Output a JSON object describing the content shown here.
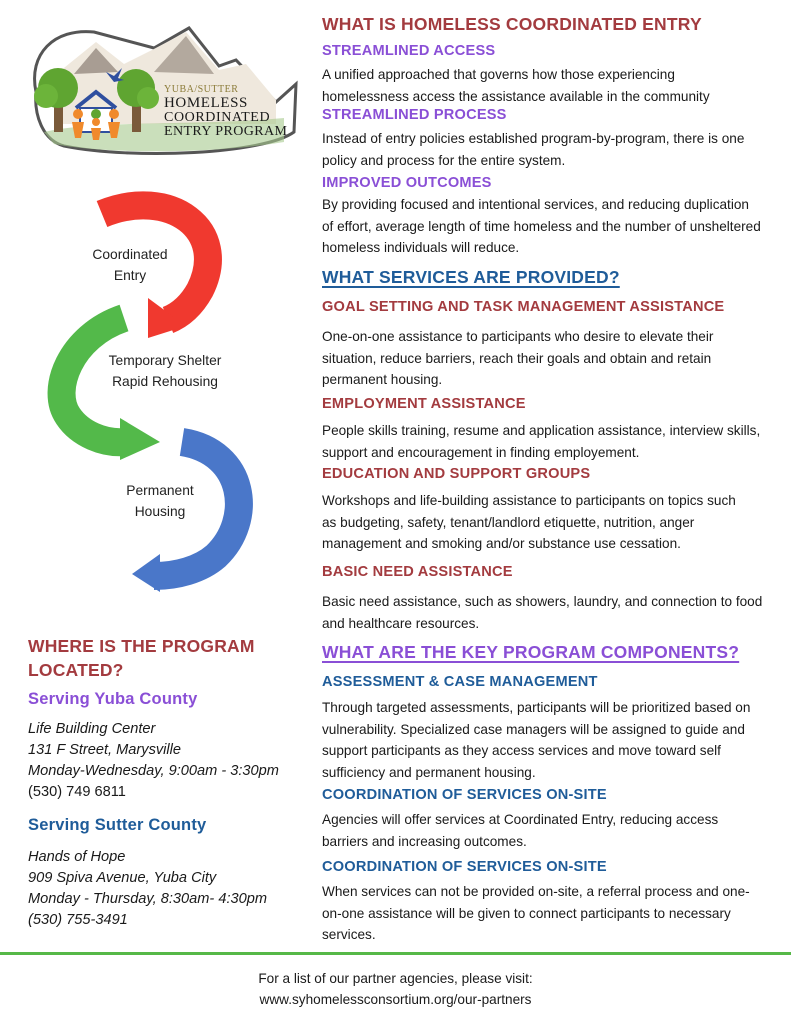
{
  "logo": {
    "line1": "YUBA/SUTTER",
    "line2": "HOMELESS",
    "line3": "COORDINATED",
    "line4": "ENTRY PROGRAM",
    "colors": {
      "border": "#555555",
      "mountain": "#8a7e74",
      "tree": "#5fa531",
      "trunk": "#7a5a3a",
      "people": "#f08a2c",
      "bird": "#2f4f9f",
      "text": "#1a1a1a",
      "small": "#8c7c3a"
    }
  },
  "cycle": {
    "stage1": {
      "line1": "Coordinated",
      "line2": "Entry",
      "color": "#f0392f"
    },
    "stage2": {
      "line1": "Temporary Shelter",
      "line2": "Rapid Rehousing",
      "color": "#53b94a"
    },
    "stage3": {
      "line1": "Permanent",
      "line2": "Housing",
      "color": "#4a77c9"
    }
  },
  "what_is": {
    "heading": "WHAT IS HOMELESS COORDINATED ENTRY",
    "items": [
      {
        "title": "STREAMLINED ACCESS",
        "text": [
          "A unified approached that governs how those experiencing",
          "homelessness access the assistance available in the community"
        ]
      },
      {
        "title": "STREAMLINED PROCESS",
        "text": [
          "Instead of entry policies established program-by-program, there is one",
          "policy and process for the entire system."
        ]
      },
      {
        "title": "IMPROVED OUTCOMES",
        "text": [
          "By providing focused and  intentional services, and reducing duplication",
          "of effort, average length of time homeless and the number of unsheltered",
          "homeless individuals will reduce."
        ]
      }
    ]
  },
  "services": {
    "heading": "WHAT SERVICES ARE PROVIDED?",
    "items": [
      {
        "title": "GOAL SETTING AND TASK MANAGEMENT ASSISTANCE",
        "text": [
          "One-on-one assistance to participants who desire to elevate their",
          "situation, reduce barriers, reach their goals and obtain and retain",
          "permanent housing."
        ]
      },
      {
        "title": "EMPLOYMENT ASSISTANCE",
        "text": [
          "People skills training, resume and application assistance, interview skills,",
          "support and encouragement in finding employement."
        ]
      },
      {
        "title": "EDUCATION AND SUPPORT GROUPS",
        "text": [
          "Workshops and life-building assistance to participants on topics such",
          "as budgeting, safety, tenant/landlord etiquette, nutrition, anger",
          "management and smoking and/or substance use cessation."
        ]
      },
      {
        "title": "BASIC NEED ASSISTANCE",
        "text": [
          "Basic need assistance, such as showers, laundry, and connection to food",
          "and healthcare resources."
        ]
      }
    ]
  },
  "components": {
    "heading": "WHAT ARE THE KEY PROGRAM COMPONENTS?",
    "items": [
      {
        "title": "ASSESSMENT & CASE MANAGEMENT",
        "text": [
          "Through targeted assessments, participants will be prioritized based on",
          "vulnerability. Specialized case managers will be assigned to guide and",
          "support participants as they access services and move toward self",
          "sufficiency and permanent housing."
        ]
      },
      {
        "title": "COORDINATION OF SERVICES ON-SITE",
        "text": [
          "Agencies will offer services at Coordinated Entry, reducing access",
          "barriers and increasing outcomes."
        ]
      },
      {
        "title": "COORDINATION OF SERVICES ON-SITE",
        "text": [
          "When services can not be provided on-site, a referral process and one-",
          "on-one assistance will be given to connect participants to necessary",
          "services."
        ]
      }
    ]
  },
  "location": {
    "heading_line1": "WHERE IS THE PROGRAM",
    "heading_line2": "LOCATED?",
    "yuba": {
      "title": "Serving Yuba County",
      "lines": [
        "Life Building Center",
        "131 F Street, Marysville",
        "Monday-Wednesday, 9:00am - 3:30pm",
        "(530) 749 6811"
      ]
    },
    "sutter": {
      "title": "Serving Sutter County",
      "lines": [
        "Hands of Hope",
        "909 Spiva Avenue, Yuba City",
        "Monday - Thursday, 8:30am- 4:30pm",
        "(530) 755-3491"
      ]
    }
  },
  "footer": {
    "line1": "For a list of our partner agencies, please visit:",
    "line2": "www.syhomelessconsortium.org/our-partners",
    "rule_color": "#56b847"
  }
}
